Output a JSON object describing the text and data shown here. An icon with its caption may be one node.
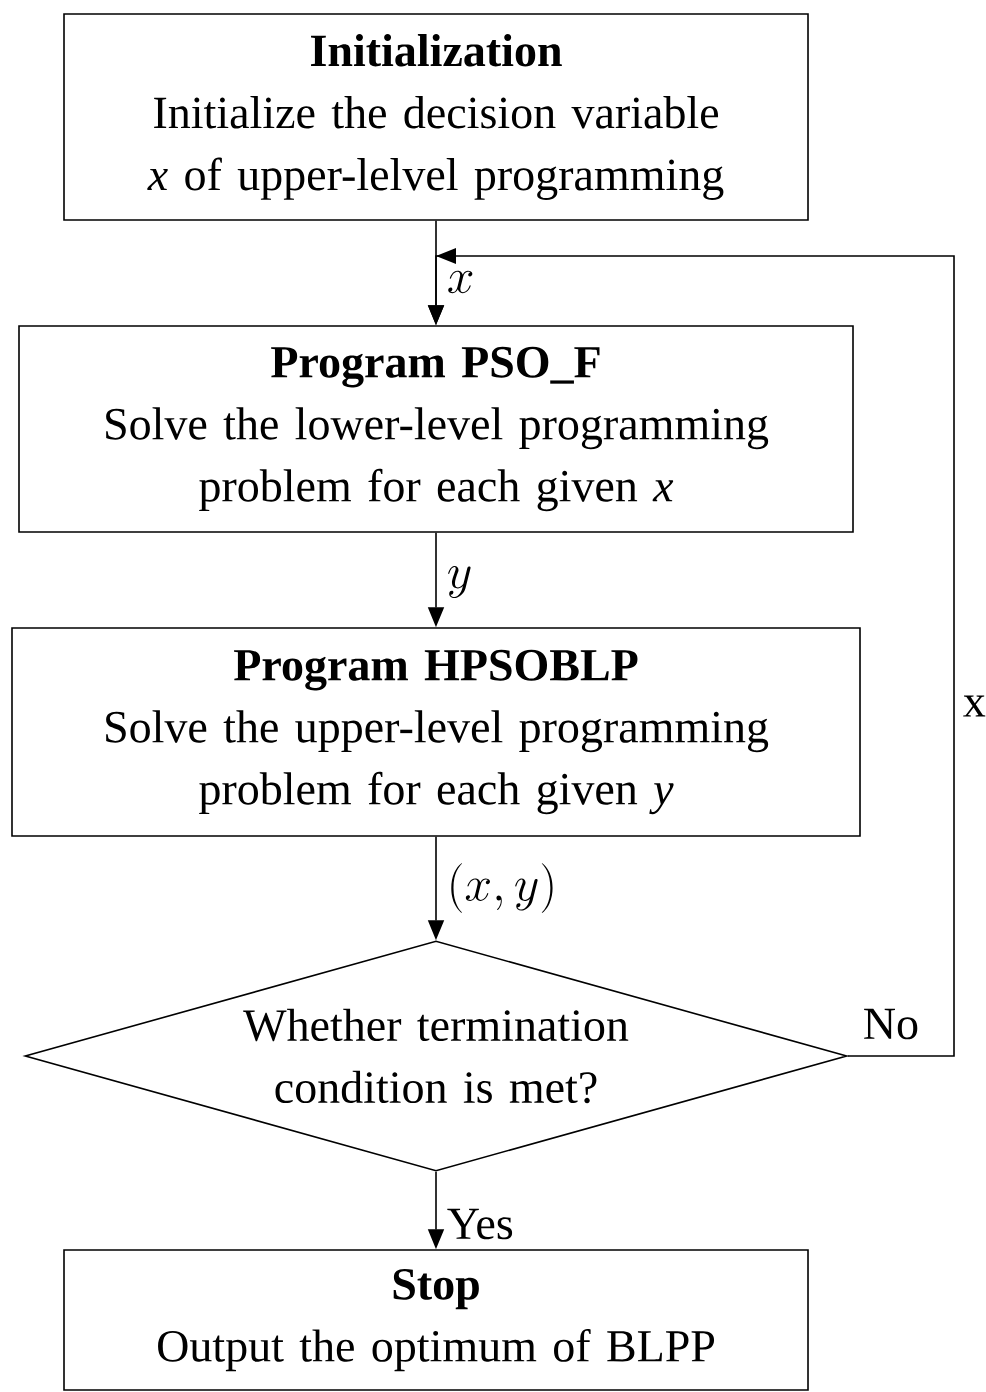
{
  "diagram": {
    "nodes": [
      {
        "text": [
          "Initialization",
          "Initialize the decision variable *x* of upper-lelvel programming"
        ]
      },
      {
        "text": [
          "Program PSO_F",
          "Solve the lower-level programming problem for each given *x*"
        ]
      },
      {
        "text": [
          "Program HPSOBLP",
          "Solve the upper-level programming problem for each given *y*"
        ]
      },
      {
        "text": [
          "Whether termination condition is met?"
        ]
      },
      {
        "text": [
          "Stop",
          "Output the optimum of BLPP"
        ]
      }
    ],
    "edges": [
      {
        "from": 0,
        "to": 1,
        "arrow": "to",
        "label": "x"
      },
      {
        "from": 1,
        "to": 2,
        "arrow": "to",
        "label": "y"
      },
      {
        "from": 2,
        "to": 3,
        "arrow": "to",
        "label": "(x,y)"
      },
      {
        "from": 3,
        "to": 4,
        "arrow": "to",
        "label": "Yes"
      },
      {
        "from": 3,
        "to": 1,
        "arrow": "to",
        "label": "No"
      }
    ],
    "labels": [
      "x"
    ]
  }
}
